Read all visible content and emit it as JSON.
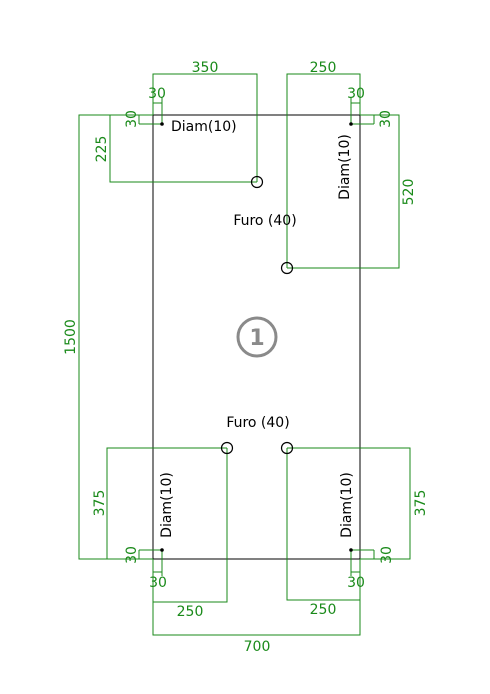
{
  "colors": {
    "dimension": "#1a8a1a",
    "outline": "#000000",
    "badge": "#8a8a8a"
  },
  "part": {
    "number": "1"
  },
  "labels": {
    "diam_top_left": "Diam(10)",
    "diam_top_right": "Diam(10)",
    "diam_bottom_left": "Diam(10)",
    "diam_bottom_right": "Diam(10)",
    "furo_top": "Furo (40)",
    "furo_bottom": "Furo (40)"
  },
  "dimensions": {
    "top_350": "350",
    "top_250": "250",
    "top_left_30_h": "30",
    "top_left_30_v": "30",
    "top_right_30_h": "30",
    "top_right_30_v": "30",
    "left_225": "225",
    "right_520": "520",
    "left_1500": "1500",
    "left_375": "375",
    "right_375": "375",
    "bottom_left_30_h": "30",
    "bottom_left_30_v": "30",
    "bottom_right_30_h": "30",
    "bottom_right_30_v": "30",
    "bottom_left_250": "250",
    "bottom_right_250": "250",
    "bottom_700": "700"
  }
}
